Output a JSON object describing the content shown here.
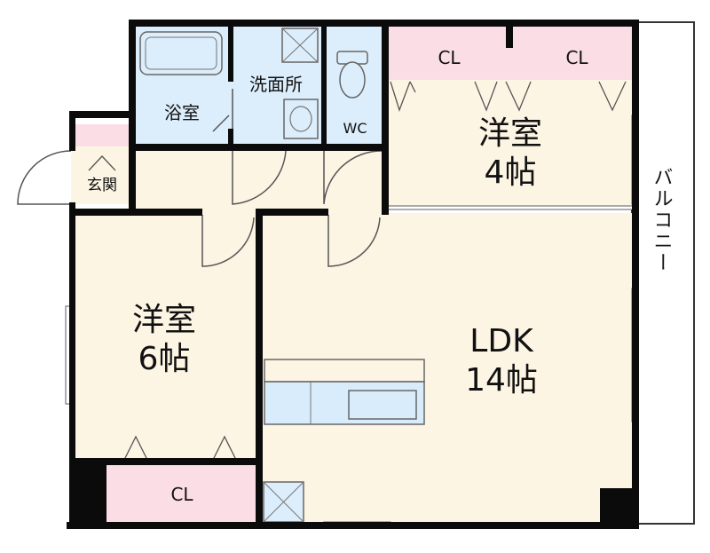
{
  "rooms": {
    "bath": "浴室",
    "washroom": "洗面所",
    "wc": "WC",
    "closet_top_left": "CL",
    "closet_top_right": "CL",
    "western_small_name": "洋室",
    "western_small_size": "4帖",
    "entrance": "玄関",
    "western_large_name": "洋室",
    "western_large_size": "6帖",
    "ldk_name": "LDK",
    "ldk_size": "14帖",
    "closet_bottom": "CL",
    "balcony": "バルコニー"
  },
  "colors": {
    "wall": "#0b0b0b",
    "floor": "#fdf5e4",
    "wet_area": "#dcedfb",
    "closet": "#fbdde5",
    "kitchen": "#d9ecfb",
    "balcony": "#ffffff"
  }
}
